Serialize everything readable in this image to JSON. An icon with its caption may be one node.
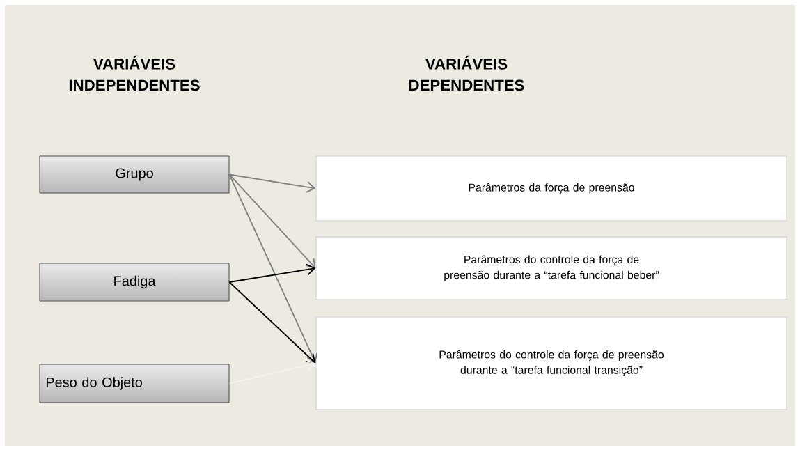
{
  "diagram": {
    "nodes": [
      {
        "text": [
          "Grupo"
        ]
      },
      {
        "text": [
          "Fadiga"
        ]
      },
      {
        "text": [
          "Peso do Objeto"
        ]
      },
      {
        "text": [
          "Parâmetros da força de preensão"
        ]
      },
      {
        "text": [
          "Parâmetros do controle da força de preensão durante a “tarefa funcional beber”"
        ]
      },
      {
        "text": [
          "Parâmetros do controle da força de preensão durante a “tarefa funcional transição”"
        ]
      }
    ],
    "edges": [
      {
        "from": 0,
        "to": 3,
        "arrow": "to"
      },
      {
        "from": 0,
        "to": 4,
        "arrow": "to"
      },
      {
        "from": 0,
        "to": 5,
        "arrow": "to"
      },
      {
        "from": 1,
        "to": 4,
        "arrow": "to",
        "color": "#000000"
      },
      {
        "from": 1,
        "to": 5,
        "arrow": "to",
        "color": "#000000"
      },
      {
        "from": 2,
        "to": 5,
        "arrow": "to",
        "color": "#f2f2f2"
      }
    ],
    "labels": [
      "VARIÁVEIS INDEPENDENTES",
      "VARIÁVEIS DEPENDENTES"
    ]
  }
}
